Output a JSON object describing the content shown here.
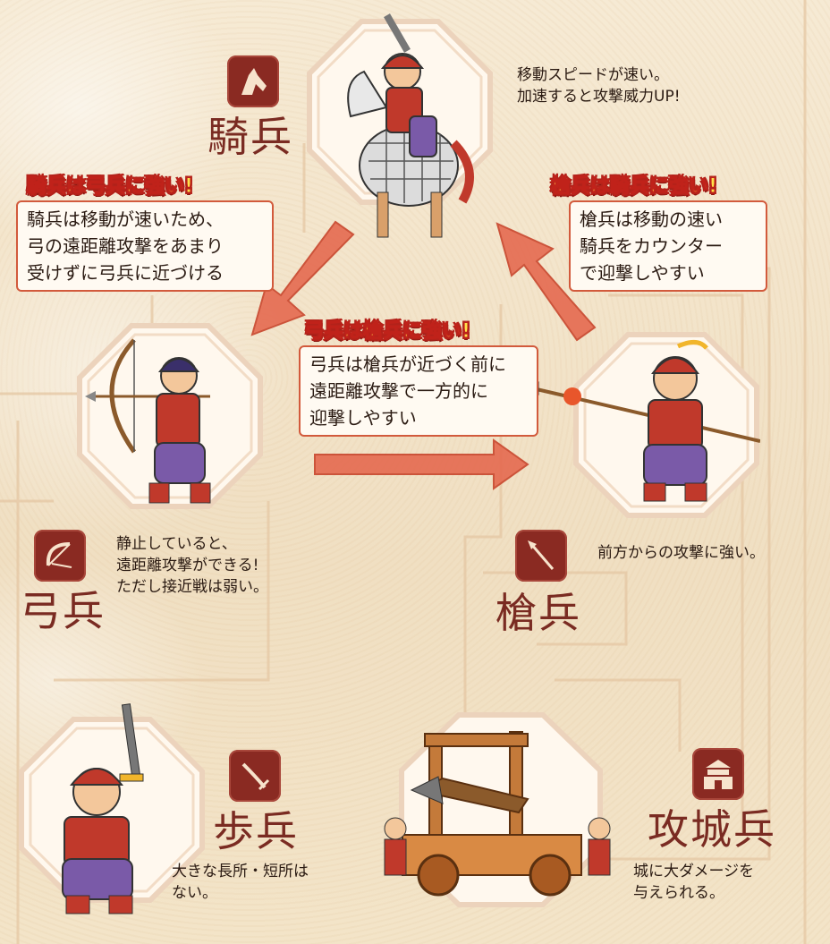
{
  "units": {
    "cavalry": {
      "name": "騎兵",
      "icon": "horse-head-icon",
      "desc": [
        "移動スピードが速い。",
        "加速すると攻撃威力UP!"
      ]
    },
    "archer": {
      "name": "弓兵",
      "icon": "bow-icon",
      "desc": [
        "静止していると、",
        "遠距離攻撃ができる!",
        "ただし接近戦は弱い。"
      ]
    },
    "spearman": {
      "name": "槍兵",
      "icon": "spear-icon",
      "desc": [
        "前方からの攻撃に強い。"
      ]
    },
    "infantry": {
      "name": "歩兵",
      "icon": "sword-icon",
      "desc": [
        "大きな長所・短所は",
        "ない。"
      ]
    },
    "siege": {
      "name": "攻城兵",
      "icon": "castle-icon",
      "desc": [
        "城に大ダメージを",
        "与えられる。"
      ]
    }
  },
  "callouts": {
    "cavalry_vs_archer": {
      "title": "騎兵は弓兵に強い!",
      "lines": [
        "騎兵は移動が速いため、",
        "弓の遠距離攻撃をあまり",
        "受けずに弓兵に近づける"
      ]
    },
    "spear_vs_cavalry": {
      "title": "槍兵は騎兵に強い!",
      "lines": [
        "槍兵は移動の速い",
        "騎兵をカウンター",
        "で迎撃しやすい"
      ]
    },
    "archer_vs_spear": {
      "title": "弓兵は槍兵に強い!",
      "lines": [
        "弓兵は槍兵が近づく前に",
        "遠距離攻撃で一方的に",
        "迎撃しやすい"
      ]
    }
  },
  "colors": {
    "icon_bg": "#8a2a22",
    "name_text": "#7a2b22",
    "arrow": "#e56a50",
    "callout_title": "#ffe24a",
    "callout_outline": "#b3221a"
  }
}
